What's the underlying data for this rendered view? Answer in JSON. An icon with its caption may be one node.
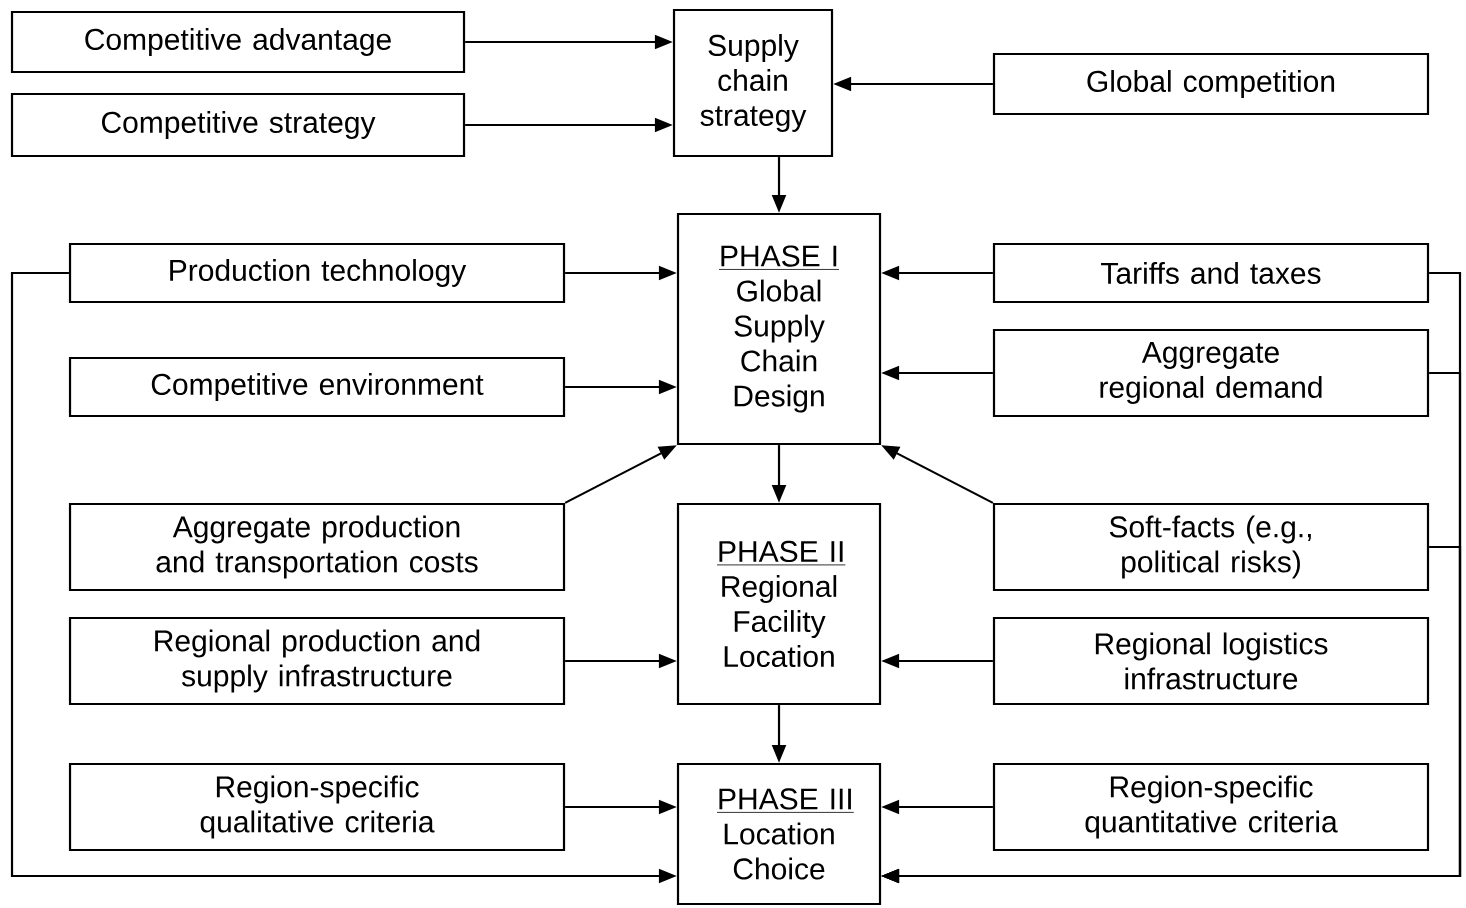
{
  "diagram": {
    "nodes": [
      {
        "text": [
          "Competitive advantage"
        ]
      },
      {
        "text": [
          "Competitive strategy"
        ]
      },
      {
        "text": [
          "Supply chain strategy"
        ]
      },
      {
        "text": [
          "Global competition"
        ]
      },
      {
        "text": [
          "Production technology"
        ]
      },
      {
        "text": [
          "PHASE I",
          "Global Supply Chain Design"
        ]
      },
      {
        "text": [
          "Tariffs and taxes"
        ]
      },
      {
        "text": [
          "Competitive environment"
        ]
      },
      {
        "text": [
          "Aggregate regional demand"
        ]
      },
      {
        "text": [
          "Aggregate production and transportation costs"
        ]
      },
      {
        "text": [
          "PHASE II",
          "Regional Facility Location"
        ]
      },
      {
        "text": [
          "Soft-facts (e.g., political risks)"
        ]
      },
      {
        "text": [
          "Regional production and supply infrastructure"
        ]
      },
      {
        "text": [
          "Regional logistics infrastructure"
        ]
      },
      {
        "text": [
          "Region-specific qualitative criteria"
        ]
      },
      {
        "text": [
          "PHASE III",
          "Location Choice"
        ]
      },
      {
        "text": [
          "Region-specific quantitative criteria"
        ]
      }
    ],
    "edges": [
      {
        "from": 0,
        "to": 2,
        "arrow": "to"
      },
      {
        "from": 1,
        "to": 2,
        "arrow": "to"
      },
      {
        "from": 3,
        "to": 2,
        "arrow": "to"
      },
      {
        "from": 2,
        "to": 5,
        "arrow": "to"
      },
      {
        "from": 4,
        "to": 5,
        "arrow": "to"
      },
      {
        "from": 7,
        "to": 5,
        "arrow": "to"
      },
      {
        "from": 9,
        "to": 5,
        "arrow": "to"
      },
      {
        "from": 6,
        "to": 5,
        "arrow": "to"
      },
      {
        "from": 8,
        "to": 5,
        "arrow": "to"
      },
      {
        "from": 11,
        "to": 5,
        "arrow": "to"
      },
      {
        "from": 5,
        "to": 10,
        "arrow": "to"
      },
      {
        "from": 12,
        "to": 10,
        "arrow": "to"
      },
      {
        "from": 13,
        "to": 10,
        "arrow": "to"
      },
      {
        "from": 10,
        "to": 15,
        "arrow": "to"
      },
      {
        "from": 14,
        "to": 15,
        "arrow": "to"
      },
      {
        "from": 16,
        "to": 15,
        "arrow": "to"
      },
      {
        "from": 4,
        "to": 15,
        "arrow": "to"
      },
      {
        "from": 6,
        "to": 15,
        "arrow": "to"
      },
      {
        "from": 8,
        "to": 15,
        "arrow": "to"
      },
      {
        "from": 11,
        "to": 15,
        "arrow": "to"
      }
    ]
  }
}
